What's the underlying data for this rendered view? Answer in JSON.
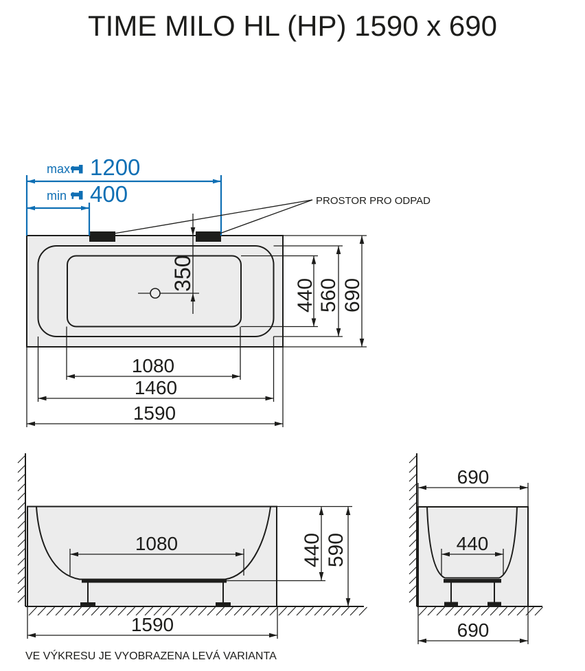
{
  "title": "TIME MILO HL (HP) 1590 x 690",
  "colors": {
    "accent_blue": "#0f6fb4",
    "line": "#1d1d1b",
    "tub_fill": "#ececec"
  },
  "icons": {
    "faucet": "faucet"
  },
  "plan": {
    "max_label": "max",
    "max_value": "1200",
    "min_label": "min",
    "min_value": "400",
    "drain_note": "PROSTOR PRO ODPAD",
    "dim_drain_offset": "350",
    "dim_inner_width": "440",
    "dim_rim_width": "560",
    "dim_overall_width": "690",
    "dim_bottom_length": "1080",
    "dim_rim_length": "1460",
    "dim_overall_length": "1590"
  },
  "front": {
    "dim_bottom_length": "1080",
    "dim_inner_depth": "440",
    "dim_overall_height": "590",
    "dim_overall_length": "1590"
  },
  "side": {
    "dim_overall_width_top": "690",
    "dim_bottom_width": "440",
    "dim_overall_width_bottom": "690"
  },
  "footnote": "VE VÝKRESU JE VYOBRAZENA LEVÁ VARIANTA"
}
